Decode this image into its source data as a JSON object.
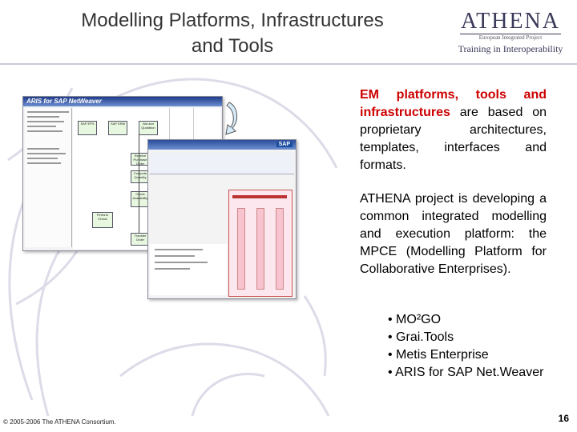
{
  "header": {
    "title_line1": "Modelling Platforms, Infrastructures",
    "title_line2": "and Tools"
  },
  "logo": {
    "name": "ATHENA",
    "subtitle": "European Integrated Project",
    "tagline": "Training in Interoperability"
  },
  "content": {
    "p1_highlight": "EM platforms, tools and infrastructures",
    "p1_rest": " are based on proprietary architectures, templates, interfaces and formats.",
    "p2": "ATHENA project is developing a common integrated modelling and execution platform: the MPCE (Modelling Platform for Collaborative Enterprises).",
    "tools": [
      "• MO²GO",
      "• Grai.Tools",
      "• Metis Enterprise",
      "• ARIS for SAP Net.Weaver"
    ]
  },
  "screenshot": {
    "aris_title": "ARIS for SAP NetWeaver",
    "sap_label": "SAP",
    "boxes": [
      "SAP EPS",
      "SAP ERM",
      "Bid and Quotation",
      "Receive Purchase Order",
      "Compute Quantity",
      "Check Availability",
      "Perform Check",
      "Transfer Order"
    ]
  },
  "footer": {
    "copyright": "© 2005-2006 The ATHENA Consortium.",
    "page_number": "16"
  },
  "colors": {
    "highlight": "#cc0000",
    "logo": "#3a3a5a"
  }
}
